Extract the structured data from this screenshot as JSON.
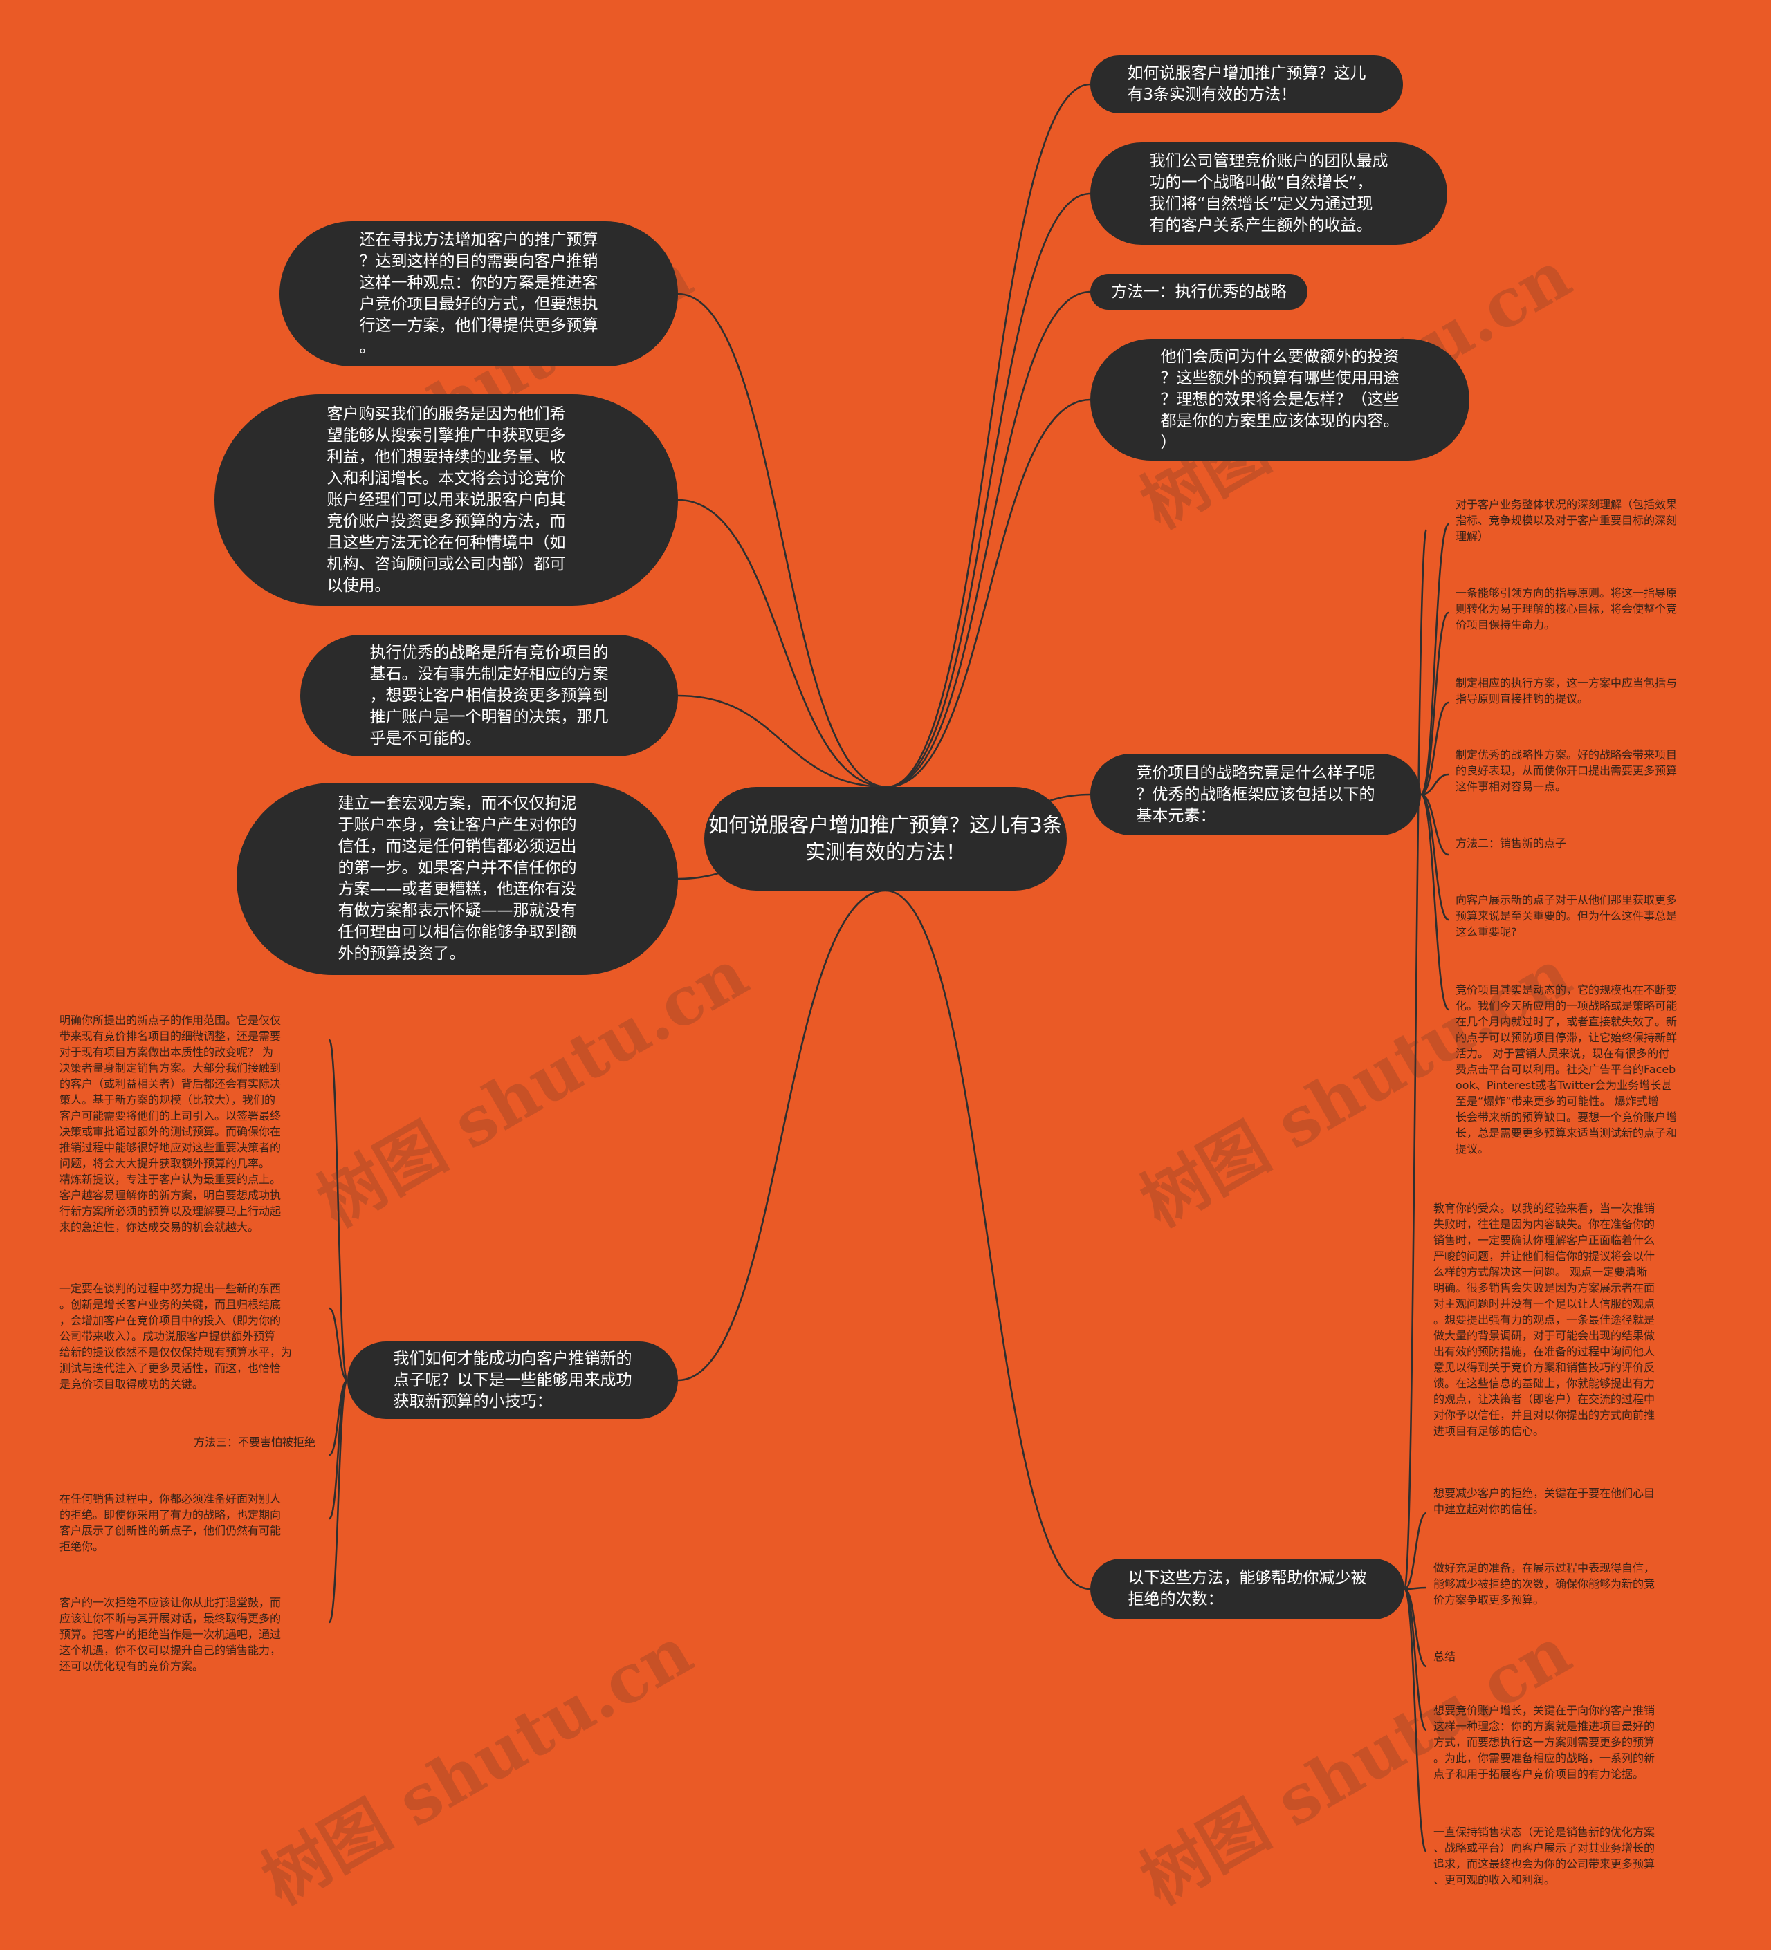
{
  "center": "如何说服客户增加推广预算？这儿有3条实测有效的方法！",
  "right_nodes": [
    "如何说服客户增加推广预算？这儿\n有3条实测有效的方法！",
    "我们公司管理竞价账户的团队最成\n功的一个战略叫做“自然增长”，\n我们将“自然增长”定义为通过现\n有的客户关系产生额外的收益。",
    "方法一：执行优秀的战略",
    "他们会质问为什么要做额外的投资\n？这些额外的预算有哪些使用用途\n？理想的效果将会是怎样？（这些\n都是你的方案里应该体现的内容。\n）",
    "竞价项目的战略究竟是什么样子呢\n？优秀的战略框架应该包括以下的\n基本元素：",
    "以下这些方法，能够帮助你减少被\n拒绝的次数："
  ],
  "left_nodes": [
    "还在寻找方法增加客户的推广预算\n？达到这样的目的需要向客户推销\n这样一种观点：你的方案是推进客\n户竞价项目最好的方式，但要想执\n行这一方案，他们得提供更多预算\n。",
    "客户购买我们的服务是因为他们希\n望能够从搜索引擎推广中获取更多\n利益，他们想要持续的业务量、收\n入和利润增长。本文将会讨论竞价\n账户经理们可以用来说服客户向其\n竞价账户投资更多预算的方法，而\n且这些方法无论在何种情境中（如\n机构、咨询顾问或公司内部）都可\n以使用。",
    "执行优秀的战略是所有竞价项目的\n基石。没有事先制定好相应的方案\n，想要让客户相信投资更多预算到\n推广账户是一个明智的决策，那几\n乎是不可能的。",
    "建立一套宏观方案，而不仅仅拘泥\n于账户本身，会让客户产生对你的\n信任，而这是任何销售都必须迈出\n的第一步。如果客户并不信任你的\n方案——或者更糟糕，他连你有没\n有做方案都表示怀疑——那就没有\n任何理由可以相信你能够争取到额\n外的预算投资了。",
    "我们如何才能成功向客户推销新的\n点子呢？以下是一些能够用来成功\n获取新预算的小技巧："
  ],
  "strategy_leaves": [
    "对于客户业务整体状况的深刻理解（包括效果\n指标、竞争规模以及对于客户重要目标的深刻\n理解）",
    "一条能够引领方向的指导原则。将这一指导原\n则转化为易于理解的核心目标，将会使整个竞\n价项目保持生命力。",
    "制定相应的执行方案，这一方案中应当包括与\n指导原则直接挂钩的提议。",
    "制定优秀的战略性方案。好的战略会带来项目\n的良好表现，从而使你开口提出需要更多预算\n这件事相对容易一点。",
    "方法二：销售新的点子",
    "向客户展示新的点子对于从他们那里获取更多\n预算来说是至关重要的。但为什么这件事总是\n这么重要呢?",
    "竞价项目其实是动态的，它的规模也在不断变\n化。我们今天所应用的一项战略或是策略可能\n在几个月内就过时了，或者直接就失效了。新\n的点子可以预防项目停滞，让它始终保持新鲜\n活力。 对于营销人员来说，现在有很多的付\n费点击平台可以利用。社交广告平台的Faceb\nook、Pinterest或者Twitter会为业务增长甚\n至是“爆炸”带来更多的可能性。 爆炸式增\n长会带来新的预算缺口。要想一个竞价账户增\n长，总是需要更多预算来适当测试新的点子和\n提议。"
  ],
  "rejection_leaves": [
    "教育你的受众。以我的经验来看，当一次推销\n失败时，往往是因为内容缺失。你在准备你的\n销售时，一定要确认你理解客户正面临着什么\n严峻的问题，并让他们相信你的提议将会以什\n么样的方式解决这一问题。 观点一定要清晰\n明确。很多销售会失败是因为方案展示者在面\n对主观问题时并没有一个足以让人信服的观点\n。想要提出强有力的观点，一条最佳途径就是\n做大量的背景调研，对于可能会出现的结果做\n出有效的预防措施，在准备的过程中询问他人\n意见以得到关于竞价方案和销售技巧的评价反\n馈。在这些信息的基础上，你就能够提出有力\n的观点，让决策者（即客户）在交流的过程中\n对你予以信任，并且对以你提出的方式向前推\n进项目有足够的信心。",
    "想要减少客户的拒绝，关键在于要在他们心目\n中建立起对你的信任。",
    "做好充足的准备，在展示过程中表现得自信，\n能够减少被拒绝的次数，确保你能够为新的竞\n价方案争取更多预算。",
    "总结",
    "想要竞价账户增长，关键在于向你的客户推销\n这样一种理念：你的方案就是推进项目最好的\n方式，而要想执行这一方案则需要更多的预算\n。为此，你需要准备相应的战略，一系列的新\n点子和用于拓展客户竞价项目的有力论据。",
    "一直保持销售状态（无论是销售新的优化方案\n、战略或平台）向客户展示了对其业务增长的\n追求，而这最终也会为你的公司带来更多预算\n、更可观的收入和利润。"
  ],
  "tips_leaves": [
    "明确你所提出的新点子的作用范围。它是仅仅\n带来现有竞价排名项目的细微调整，还是需要\n对于现有项目方案做出本质性的改变呢？ 为\n决策者量身制定销售方案。大部分我们接触到\n的客户（或利益相关者）背后都还会有实际决\n策人。基于新方案的规模（比较大），我们的\n客户可能需要将他们的上司引入。以签署最终\n决策或审批通过额外的测试预算。而确保你在\n推销过程中能够很好地应对这些重要决策者的\n问题，将会大大提升获取额外预算的几率。 \n精炼新提议，专注于客户认为最重要的点上。\n客户越容易理解你的新方案，明白要想成功执\n行新方案所必须的预算以及理解要马上行动起\n来的急迫性，你达成交易的机会就越大。",
    "一定要在谈判的过程中努力提出一些新的东西\n。创新是增长客户业务的关键，而且归根结底\n，会增加客户在竞价项目中的投入（即为你的\n公司带来收入）。成功说服客户提供额外预算\n给新的提议依然不是仅仅保持现有预算水平，为\n测试与迭代注入了更多灵活性，而这，也恰恰\n是竞价项目取得成功的关键。",
    "方法三：不要害怕被拒绝",
    "在任何销售过程中，你都必须准备好面对别人\n的拒绝。即使你采用了有力的战略，也定期向\n客户展示了创新性的新点子，他们仍然有可能\n拒绝你。",
    "客户的一次拒绝不应该让你从此打退堂鼓，而\n应该让你不断与其开展对话，最终取得更多的\n预算。把客户的拒绝当作是一次机遇吧，通过\n这个机遇，你不仅可以提升自己的销售能力，\n还可以优化现有的竞价方案。"
  ],
  "watermark": "树图 shutu.cn",
  "colors": {
    "background": "#ea5a26",
    "node": "#2b2b2b",
    "node_text": "#ffffff",
    "line": "#2f2f2f",
    "leaf_text": "#3a2318"
  }
}
